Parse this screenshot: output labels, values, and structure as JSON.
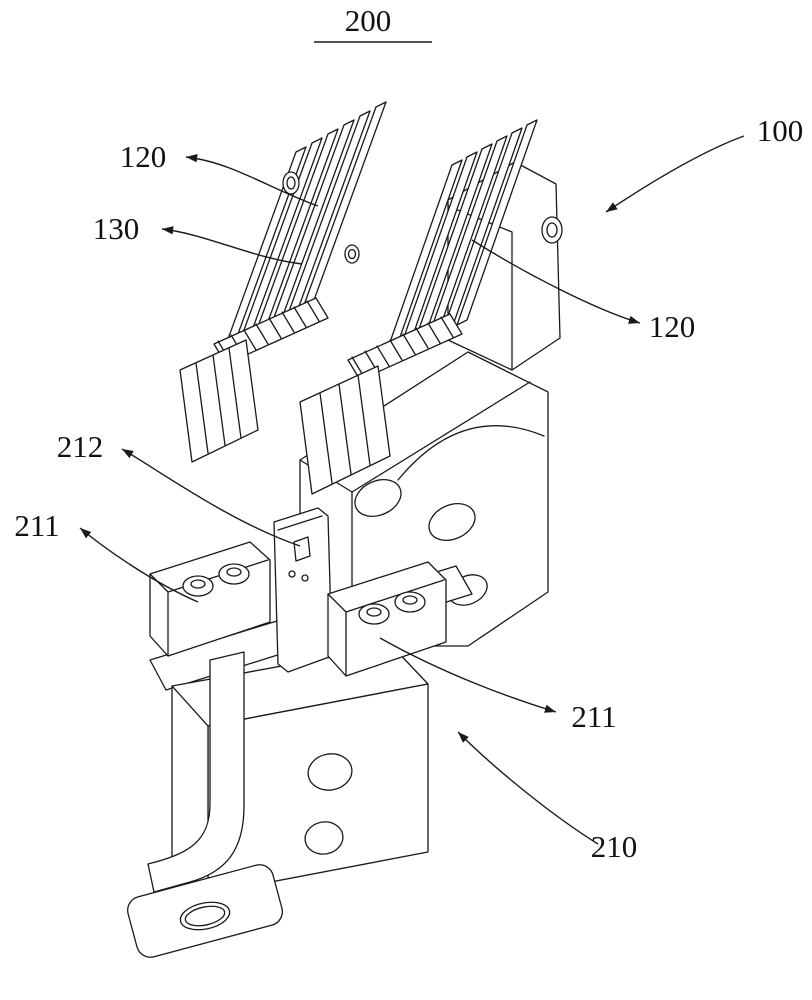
{
  "colors": {
    "line": "#1a1a1a",
    "background": "#ffffff",
    "text": "#111111"
  },
  "figure": {
    "title": "200",
    "labels": [
      {
        "ref": "120-upper-left",
        "text": "120"
      },
      {
        "ref": "130",
        "text": "130"
      },
      {
        "ref": "100",
        "text": "100"
      },
      {
        "ref": "120-upper-right",
        "text": "120"
      },
      {
        "ref": "212",
        "text": "212"
      },
      {
        "ref": "211-left",
        "text": "211"
      },
      {
        "ref": "211-right",
        "text": "211"
      },
      {
        "ref": "210",
        "text": "210"
      }
    ]
  }
}
